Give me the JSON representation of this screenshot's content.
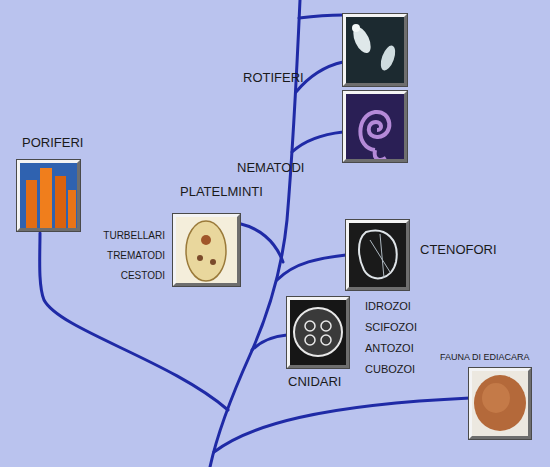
{
  "diagram": {
    "nodes": [
      {
        "text": [
          "ROTIFERI"
        ]
      },
      {
        "text": [
          "NEMATODI"
        ]
      },
      {
        "text": [
          "PORIFERI"
        ]
      },
      {
        "text": [
          "PLATELMINTI",
          "TURBELLARI TREMATODI CESTODI"
        ]
      },
      {
        "text": [
          "CTENOFORI"
        ]
      },
      {
        "text": [
          "CNIDARI",
          "IDROZOI SCIFOZOI ANTOZOI CUBOZOI"
        ]
      },
      {
        "text": [
          "FAUNA DI EDIACARA"
        ]
      }
    ]
  }
}
